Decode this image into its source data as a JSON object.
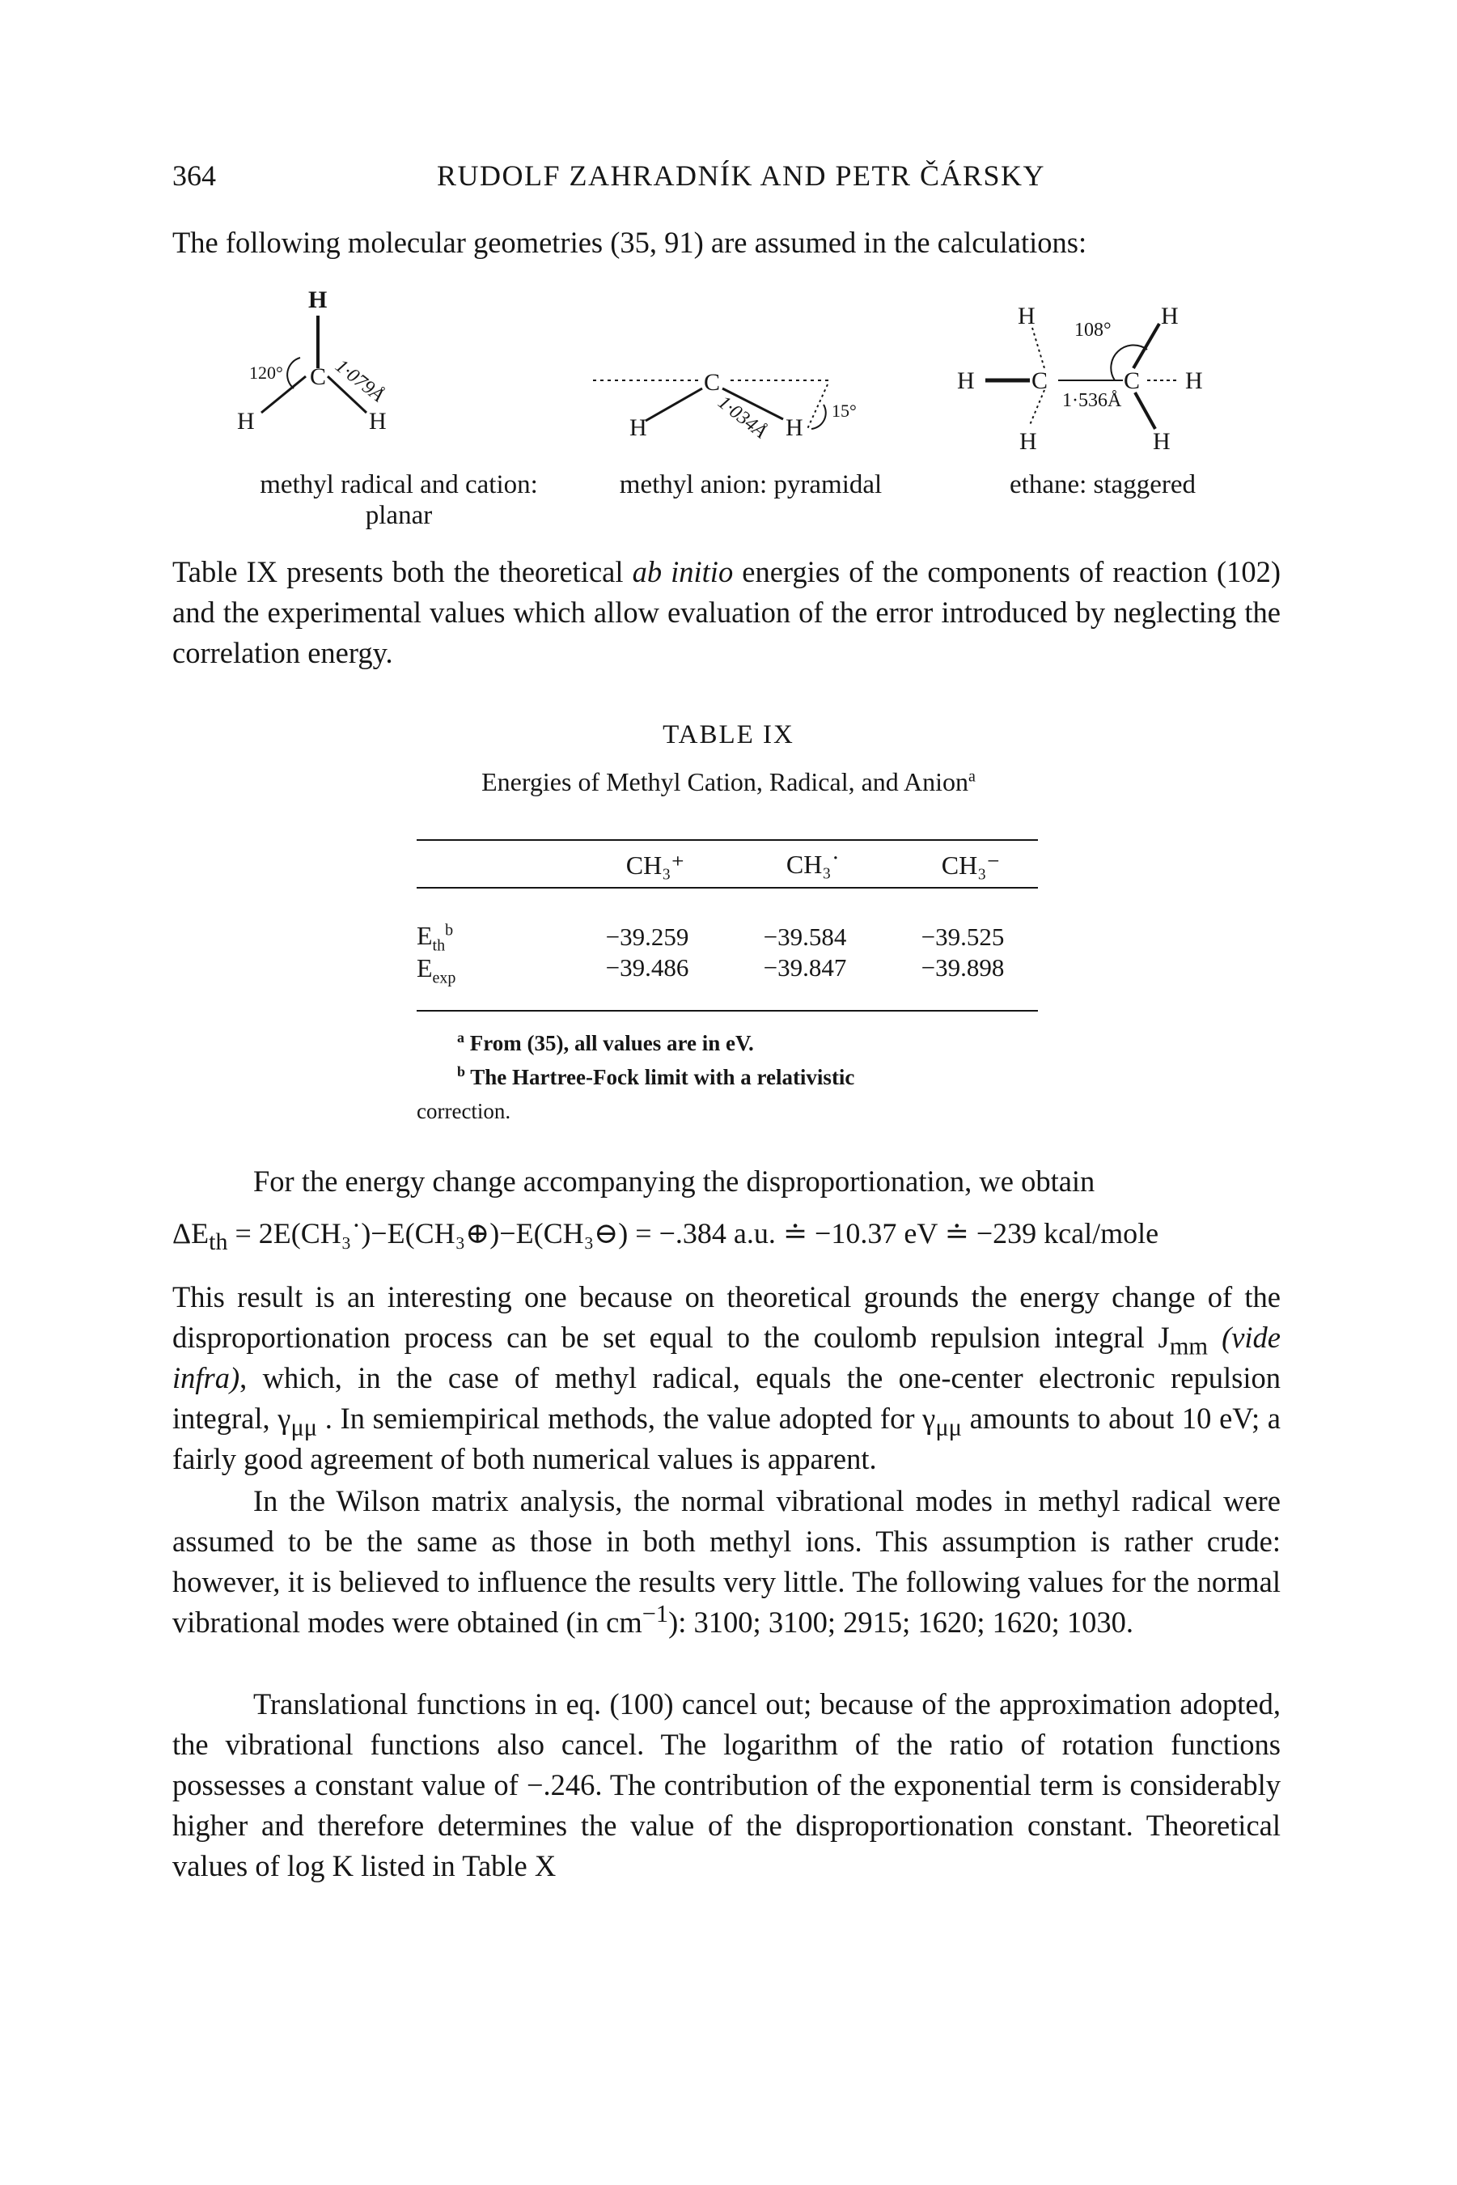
{
  "header": {
    "page_number": "364",
    "running_head": "RUDOLF ZAHRADNÍK AND PETR ČÁRSKY"
  },
  "intro_text": "The following molecular geometries (35, 91) are assumed in the calculations:",
  "figure": {
    "methyl_radical": {
      "angle": "120°",
      "bond": "1·079Å",
      "atom_c": "C",
      "atom_h": "H",
      "caption": "methyl radical and cation: planar"
    },
    "methyl_anion": {
      "bond": "1·034Å",
      "angle": "15°",
      "atom_c": "C",
      "atom_h": "H",
      "caption": "methyl anion: pyramidal"
    },
    "ethane": {
      "angle": "108°",
      "bond": "1·536Å",
      "atom_c": "C",
      "atom_h": "H",
      "caption": "ethane: staggered"
    }
  },
  "table_intro": {
    "p1": "Table IX presents both the theoretical ",
    "p1_em": "ab initio",
    "p2": " energies of the components of reaction (102) and the experimental values which allow evaluation of the error introduced by neglecting the correlation energy."
  },
  "table": {
    "number": "TABLE IX",
    "title": "Energies of Methyl Cation, Radical, and Anion",
    "title_note": "a",
    "columns": [
      "CH₃⁺",
      "CH₃˙",
      "CH₃⁻"
    ],
    "rows": [
      {
        "label": "E",
        "sub": "th",
        "sup": "b",
        "values": [
          "−39.259",
          "−39.584",
          "−39.525"
        ]
      },
      {
        "label": "E",
        "sub": "exp",
        "sup": "",
        "values": [
          "−39.486",
          "−39.847",
          "−39.898"
        ]
      }
    ],
    "footnote_a_mark": "a",
    "footnote_a": "From (35), all values are in eV.",
    "footnote_b_mark": "b",
    "footnote_b": "The Hartree-Fock limit with a relativistic",
    "footnote_b_cont": "correction."
  },
  "p_disproportionation": "For the energy change accompanying the disproportionation, we obtain",
  "equation": {
    "lhs": "ΔE",
    "lhs_sub": "th",
    "rhs": " = 2E(CH₃˙)−E(CH₃⊕)−E(CH₃⊖) = −.384 a.u. ≐ −10.37 eV ≐ −239 kcal/mole"
  },
  "p_result": {
    "a": "This result is an interesting one because on theoretical grounds the energy change of the disproportionation process can be set equal to the coulomb repulsion integral J",
    "a_sub": "mm",
    "a_em": "(vide infra)",
    "b": ", which, in the case of methyl radical, equals the one-center electronic repulsion integral, γ",
    "b_sub": "μμ",
    "c": ". In semiempirical methods, the value adopted for γ",
    "c_sub": "μμ",
    "d": " amounts to about 10 eV; a fairly good agreement of both numerical values is apparent."
  },
  "p_wilson": {
    "a": "In the Wilson matrix analysis, the normal vibrational modes in methyl radical were assumed to be the same as those in both methyl ions. This assumption is rather crude: however, it is believed to influence the results very little. The following values for the normal vibrational modes were obtained (in cm",
    "a_sup": "−1",
    "b": "): 3100; 3100; 2915; 1620; 1620; 1030."
  },
  "p_translational": "Translational functions in eq. (100) cancel out; because of the approximation adopted, the vibrational functions also cancel. The logarithm of the ratio of rotation functions possesses a constant value of −.246. The contribution of the exponential term is considerably higher and therefore determines the value of the disproportionation constant. Theoretical values of log K listed in Table X"
}
